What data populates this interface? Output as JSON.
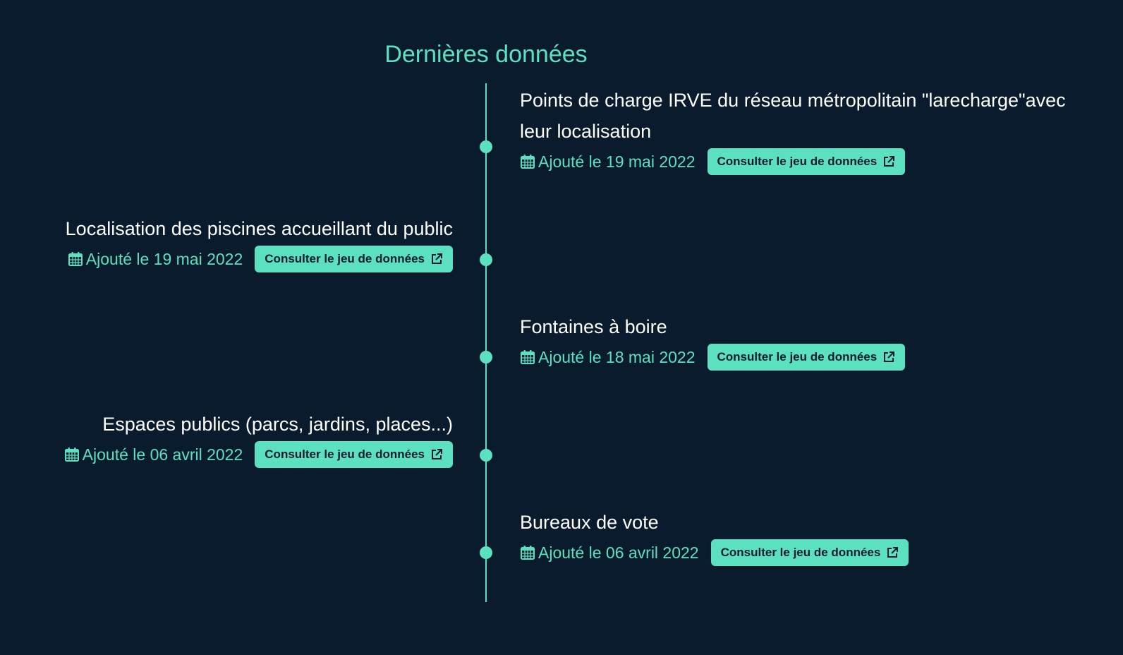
{
  "heading": "Dernières données",
  "button_label": "Consulter le jeu de données",
  "accent": "#5ce1c0",
  "items": [
    {
      "title": "Points de charge IRVE du réseau métropolitain \"larecharge\"avec leur localisation",
      "date": "Ajouté le 19 mai 2022"
    },
    {
      "title": "Localisation des piscines accueillant du public",
      "date": "Ajouté le 19 mai 2022"
    },
    {
      "title": "Fontaines à boire",
      "date": "Ajouté le 18 mai 2022"
    },
    {
      "title": "Espaces publics (parcs, jardins, places...)",
      "date": "Ajouté le 06 avril 2022"
    },
    {
      "title": "Bureaux de vote",
      "date": "Ajouté le 06 avril 2022"
    }
  ]
}
